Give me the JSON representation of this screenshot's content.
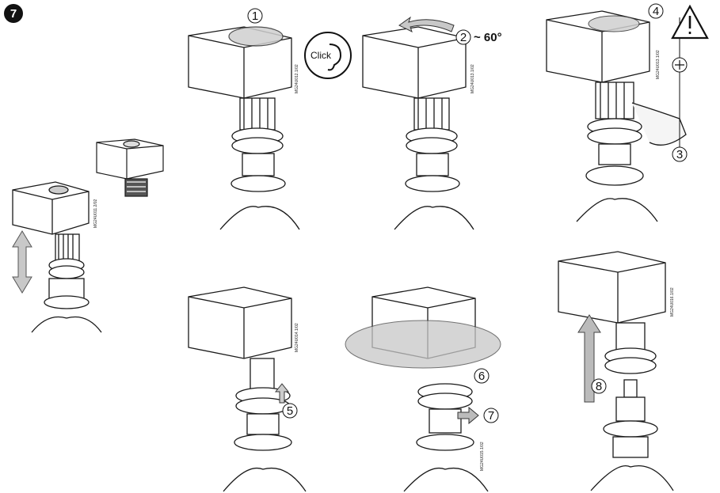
{
  "step_badge": "7",
  "click_label": "Click",
  "angle_label": "~ 60°",
  "steps": [
    "1",
    "2",
    "3",
    "4",
    "5",
    "6",
    "7",
    "8"
  ],
  "warning_icon": "exclamation-triangle-icon",
  "drawing_codes": [
    "MG24U011.2/02",
    "MG24U012.1/02",
    "MG24U013.1/02",
    "MG24U013.1/02",
    "MG24U014.1/02",
    "MG24U015.1/02",
    "MG24U016.1/02"
  ],
  "colors": {
    "line": "#1a1a1a",
    "fill": "#ffffff",
    "shade": "#d9d9d9",
    "arrow": "#b0b0b0"
  }
}
